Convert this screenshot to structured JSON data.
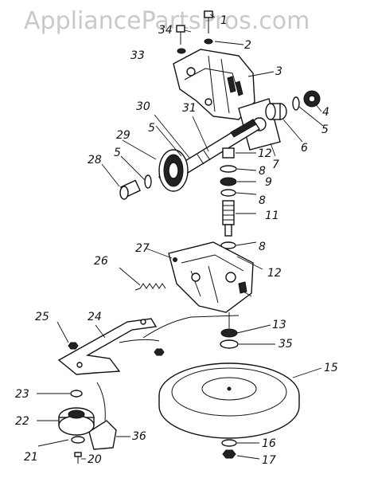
{
  "watermark": "AppliancePartsPros.com",
  "callouts": {
    "p1": "1",
    "p2": "2",
    "p3": "3",
    "p4": "4",
    "p5a": "5",
    "p5b": "5",
    "p5c": "5",
    "p6": "6",
    "p7": "7",
    "p8a": "8",
    "p8b": "8",
    "p8c": "8",
    "p9": "9",
    "p11": "11",
    "p12a": "12",
    "p12b": "12",
    "p13": "13",
    "p15": "15",
    "p16": "16",
    "p17": "17",
    "p20": "20",
    "p21": "21",
    "p22": "22",
    "p23": "23",
    "p24": "24",
    "p25": "25",
    "p26": "26",
    "p27": "27",
    "p28": "28",
    "p29": "29",
    "p30": "30",
    "p31": "31",
    "p33": "33",
    "p34": "34",
    "p35": "35",
    "p36": "36"
  }
}
